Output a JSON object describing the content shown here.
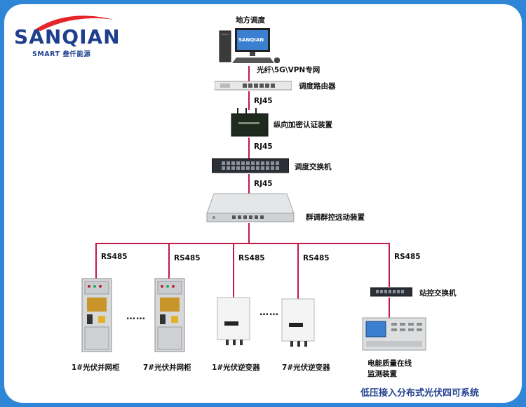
{
  "brand": {
    "name": "SANQIAN",
    "sub": "SMART 叁仟能源",
    "colors": {
      "frame": "#2f86d6",
      "brand": "#1f3f8e",
      "accent": "#e5252a",
      "line": "#c21847"
    }
  },
  "nodes": {
    "dispatch": "地方调度",
    "router": "调度路由器",
    "encrypt": "纵向加密认证装置",
    "switch": "调度交换机",
    "controller": "群调群控远动装置",
    "cabinet1": "1#光伏并网柜",
    "cabinet7": "7#光伏并网柜",
    "inverter1": "1#光伏逆变器",
    "inverter7": "7#光伏逆变器",
    "station_switch": "站控交换机",
    "pq_monitor_line1": "电能质量在线",
    "pq_monitor_line2": "监测装置"
  },
  "links": {
    "fiber": "光纤\\5G\\VPN专网",
    "rj45_1": "RJ45",
    "rj45_2": "RJ45",
    "rj45_3": "RJ45",
    "rs485_1": "RS485",
    "rs485_2": "RS485",
    "rs485_3": "RS485",
    "rs485_4": "RS485",
    "rs485_5": "RS485"
  },
  "ellipsis": {
    "cabinets": "……",
    "inverters": "……"
  },
  "monitor_brand": "SANQIAN",
  "title": "低压接入分布式光伏四可系统"
}
